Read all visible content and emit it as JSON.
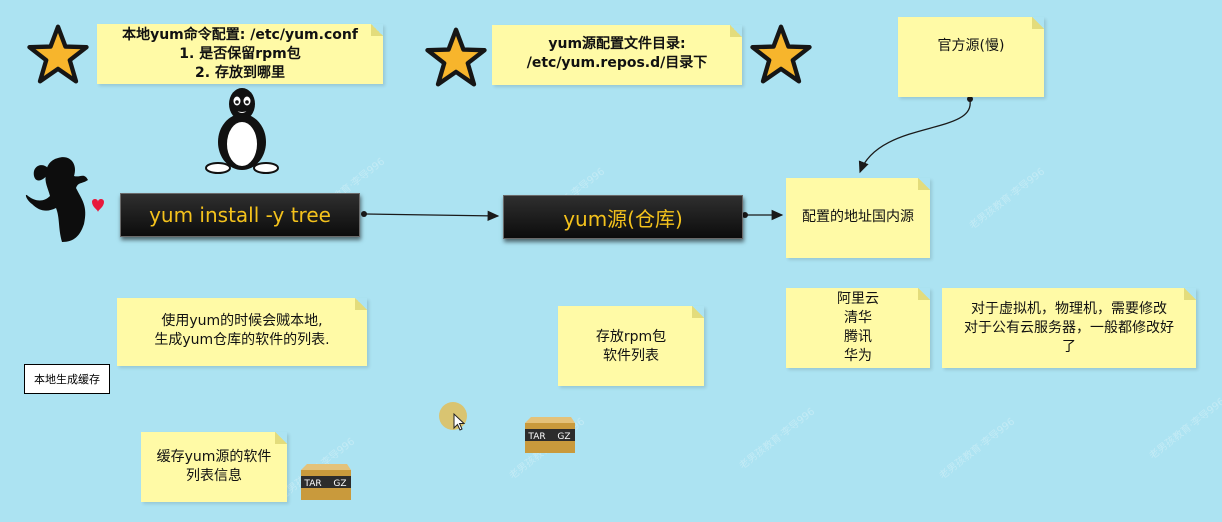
{
  "notes": {
    "local_config": [
      "本地yum命令配置: /etc/yum.conf",
      "1. 是否保留rpm包",
      "2. 存放到哪里"
    ],
    "repo_dir": [
      "yum源配置文件目录:",
      "/etc/yum.repos.d/目录下"
    ],
    "official": [
      "官方源(慢)"
    ],
    "domestic": [
      "配置的地址国内源"
    ],
    "mirrors": [
      "阿里云",
      "清华",
      "腾讯",
      "华为"
    ],
    "vm_cloud": [
      "对于虚拟机，物理机，需要修改",
      "对于公有云服务器，一般都修改好",
      "了"
    ],
    "local_list": [
      "使用yum的时候会贼本地,",
      "生成yum仓库的软件的列表."
    ],
    "rpm_store": [
      "存放rpm包",
      "软件列表"
    ],
    "cache_info": [
      "缓存yum源的软件",
      "列表信息"
    ]
  },
  "commands": {
    "install": "yum install  -y tree",
    "repo": "yum源(仓库)"
  },
  "labels": {
    "local_cache": "本地生成缓存"
  },
  "tar_icon": {
    "left": "TAR",
    "right": "GZ"
  },
  "watermark": "老男孩教育·李导996",
  "colors": {
    "background": "#ace3f2",
    "note": "#fffaa6",
    "command_text": "#f4c21c",
    "star": "#f7b52c"
  }
}
